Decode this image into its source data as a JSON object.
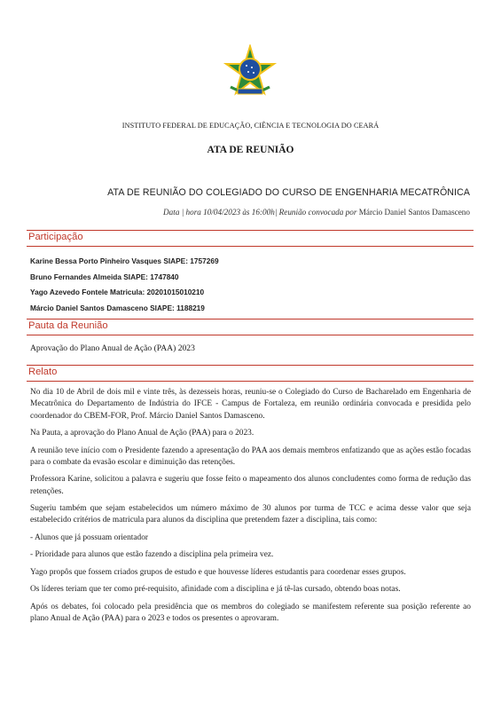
{
  "header": {
    "institute": "INSTITUTO FEDERAL DE EDUCAÇÃO, CIÊNCIA E TECNOLOGIA DO CEARÁ",
    "doc_title": "ATA DE REUNIÃO"
  },
  "meeting": {
    "title": "ATA DE REUNIÃO DO COLEGIADO DO CURSO DE ENGENHARIA MECATRÔNICA",
    "meta_label": "Data | hora 10/04/2023 às 16:00h| Reunião convocada por",
    "meta_value": "Márcio Daniel Santos Damasceno"
  },
  "sections": {
    "participacao": "Participação",
    "pauta": "Pauta da Reunião",
    "relato": "Relato"
  },
  "participants": [
    "Karine Bessa Porto Pinheiro Vasques  SIAPE: 1757269",
    "Bruno Fernandes Almeida  SIAPE: 1747840",
    "Yago Azevedo Fontele  Matricula: 20201015010210",
    "Márcio Daniel Santos Damasceno SIAPE: 1188219"
  ],
  "pauta": {
    "item": "Aprovação do Plano Anual de Ação (PAA) 2023"
  },
  "relato": [
    "No dia 10 de Abril de dois mil e vinte três, às dezesseis horas, reuniu-se o Colegiado do Curso de Bacharelado em Engenharia de Mecatrônica do Departamento de Indústria do IFCE - Campus de Fortaleza, em reunião ordinária convocada e presidida pelo coordenador do CBEM-FOR, Prof. Márcio Daniel Santos Damasceno.",
    "Na Pauta, a aprovação do Plano Anual de Ação (PAA) para o 2023.",
    "A reunião teve início com o Presidente fazendo a apresentação do PAA aos demais membros enfatizando que as ações estão focadas para o combate da evasão escolar e diminuição das retenções.",
    "Professora Karine, solicitou a palavra e sugeriu que fosse feito o mapeamento dos alunos concludentes como forma de redução das retenções.",
    "Sugeriu também que sejam estabelecidos um número máximo de 30 alunos por turma de TCC e acima desse valor que seja estabelecido critérios de matricula para alunos da disciplina que pretendem fazer a disciplina, tais como:",
    "- Alunos que já possuam orientador",
    "- Prioridade para alunos que estão fazendo a disciplina pela primeira vez.",
    "Yago propôs que fossem criados grupos de estudo e que houvesse líderes estudantis para coordenar esses grupos.",
    "Os líderes teriam que ter como pré-requisito, afinidade com a disciplina e já tê-las cursado, obtendo boas notas.",
    "Após os debates, foi colocado pela presidência que os membros do colegiado se manifestem referente sua posição referente ao plano Anual de Ação (PAA) para o 2023 e todos os presentes o aprovaram."
  ],
  "colors": {
    "accent": "#c0392b",
    "emblem_green": "#2e8b3a",
    "emblem_yellow": "#f2c21b",
    "emblem_blue": "#1f4fa0"
  }
}
